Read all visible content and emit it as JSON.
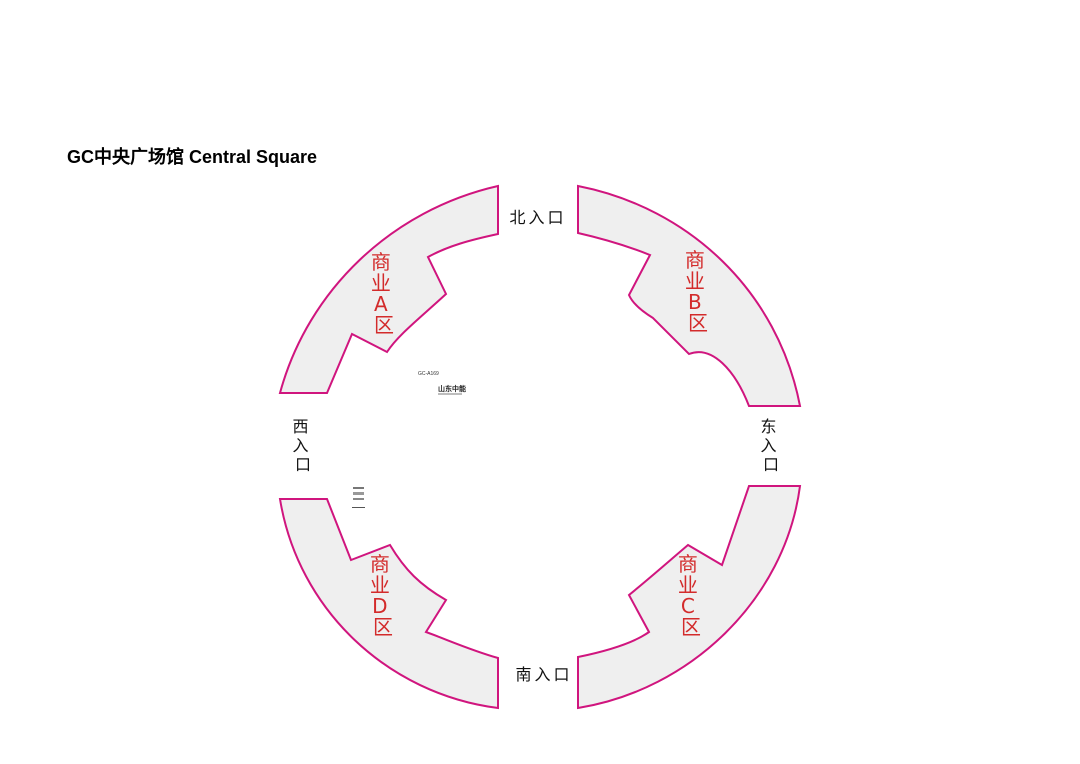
{
  "title": "GC中央广场馆 Central Square",
  "colors": {
    "zone_fill": "#efefef",
    "zone_outline": "#d0157e",
    "zone_label": "#d32b2b",
    "entrance_label": "#111111"
  },
  "zones": [
    {
      "id": "A",
      "label": [
        "商",
        "业",
        "A",
        "区"
      ]
    },
    {
      "id": "B",
      "label": [
        "商",
        "业",
        "B",
        "区"
      ]
    },
    {
      "id": "C",
      "label": [
        "商",
        "业",
        "C",
        "区"
      ]
    },
    {
      "id": "D",
      "label": [
        "商",
        "业",
        "D",
        "区"
      ]
    }
  ],
  "entrances": {
    "north": "北入口",
    "south": "南入口",
    "west": [
      "西",
      "入",
      "口"
    ],
    "east": [
      "东",
      "入",
      "口"
    ]
  },
  "small_marks": {
    "booth_code": "GC-A169",
    "booth_name": "山东中能"
  }
}
